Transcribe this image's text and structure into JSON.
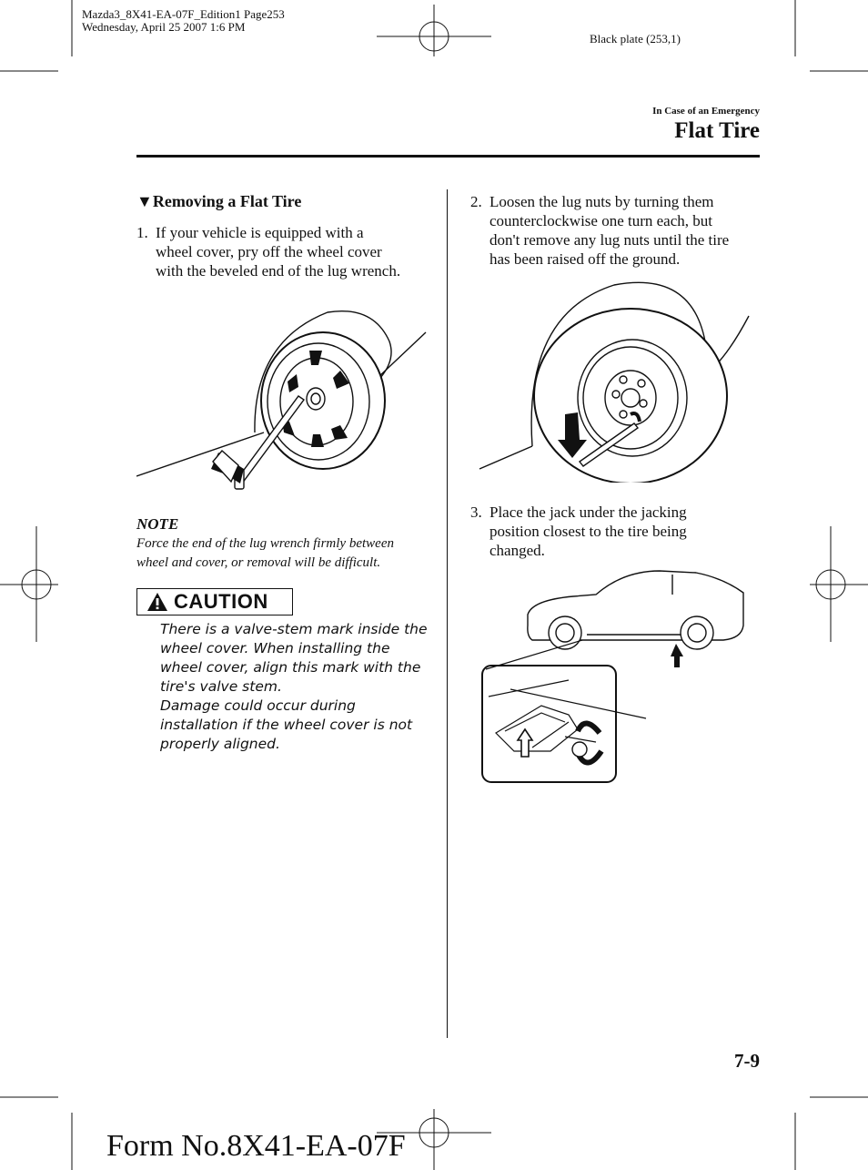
{
  "header": {
    "file_line": "Mazda3_8X41-EA-07F_Edition1 Page253",
    "date_line": "Wednesday, April 25 2007 1:6 PM",
    "plate": "Black plate (253,1)",
    "section": "In Case of an Emergency",
    "title": "Flat Tire"
  },
  "left": {
    "heading_marker": "▼",
    "heading": "Removing a Flat Tire",
    "step1": {
      "num": "1.",
      "lines": [
        "If your vehicle is equipped with a",
        "wheel cover, pry off the wheel cover",
        "with the beveled end of the lug wrench."
      ]
    },
    "note": {
      "title": "NOTE",
      "lines": [
        "Force the end of the lug wrench firmly between",
        "wheel and cover, or removal will be difficult."
      ]
    },
    "caution": {
      "label": "CAUTION",
      "lines": [
        "There is a valve-stem mark inside the",
        "wheel cover. When installing the",
        "wheel cover, align this mark with the",
        "tire's valve stem.",
        "Damage could occur during",
        "installation if the wheel cover is not",
        "properly aligned."
      ]
    }
  },
  "right": {
    "step2": {
      "num": "2.",
      "lines": [
        "Loosen the lug nuts by turning them",
        "counterclockwise one turn each, but",
        "don't remove any lug nuts until the tire",
        "has been raised off the ground."
      ]
    },
    "step3": {
      "num": "3.",
      "lines": [
        "Place the jack under the jacking",
        "position closest to the tire being",
        "changed."
      ]
    }
  },
  "footer": {
    "page_number": "7-9",
    "form_number": "Form No.8X41-EA-07F"
  }
}
